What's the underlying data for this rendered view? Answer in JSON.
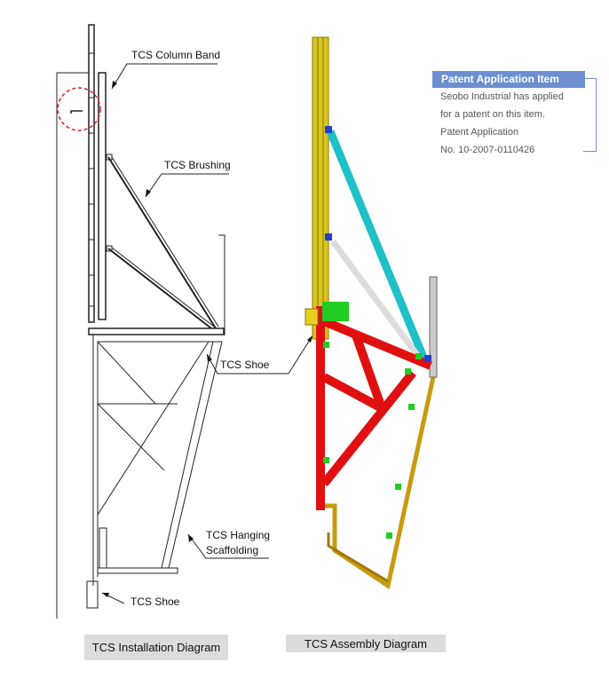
{
  "labels": {
    "column_band": "TCS Column Band",
    "brushing": "TCS Brushing",
    "shoe_upper": "TCS Shoe",
    "hanging_1": "TCS Hanging",
    "hanging_2": "Scaffolding",
    "shoe_lower": "TCS Shoe"
  },
  "captions": {
    "installation": "TCS Installation Diagram",
    "assembly": "TCS Assembly Diagram"
  },
  "patent": {
    "title": "Patent Application Item",
    "lines": [
      "Seobo Industrial has applied",
      "for a patent on this item.",
      "Patent Application",
      "No. 10-2007-0110426"
    ]
  },
  "colors": {
    "patent_header": "#6b8fd0",
    "column_yellow": "#c8b400",
    "brace_cyan": "#1fc0c8",
    "frame_red": "#e01010",
    "hanging_gold": "#c89a10",
    "joint_green": "#22cc22",
    "highlight_circle": "#e02020"
  }
}
